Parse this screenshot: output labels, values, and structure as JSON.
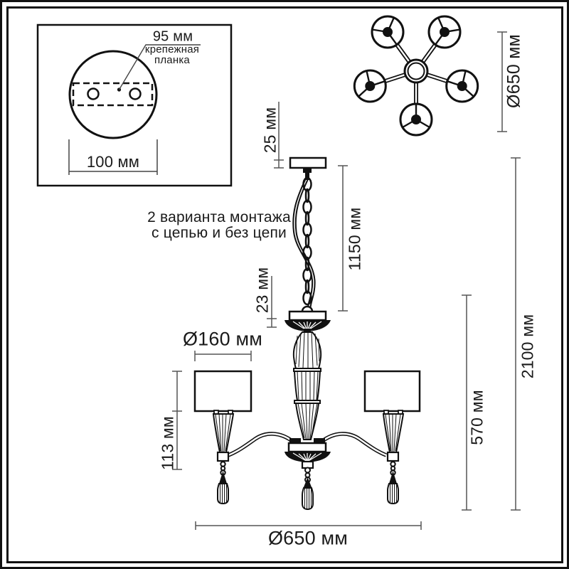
{
  "inset": {
    "plate_width": "95 мм",
    "plate_name_line1": "крепежная",
    "plate_name_line2": "планка",
    "holes_spacing": "100 мм"
  },
  "top_view": {
    "diameter": "Ø650 мм"
  },
  "note": {
    "line1": "2 варианта монтажа",
    "line2": "с цепью и без цепи"
  },
  "front_view": {
    "canopy_height": "25 мм",
    "suspension_length": "1150 мм",
    "bowl_height": "23 мм",
    "shade_diameter": "Ø160 мм",
    "shade_unit_height": "113 мм",
    "fixture_height": "570 мм",
    "total_height": "2100 мм",
    "diameter": "Ø650 мм"
  },
  "colors": {
    "drawing_line": "#111111",
    "dimension_line": "#555555",
    "text": "#1a1a1a"
  }
}
